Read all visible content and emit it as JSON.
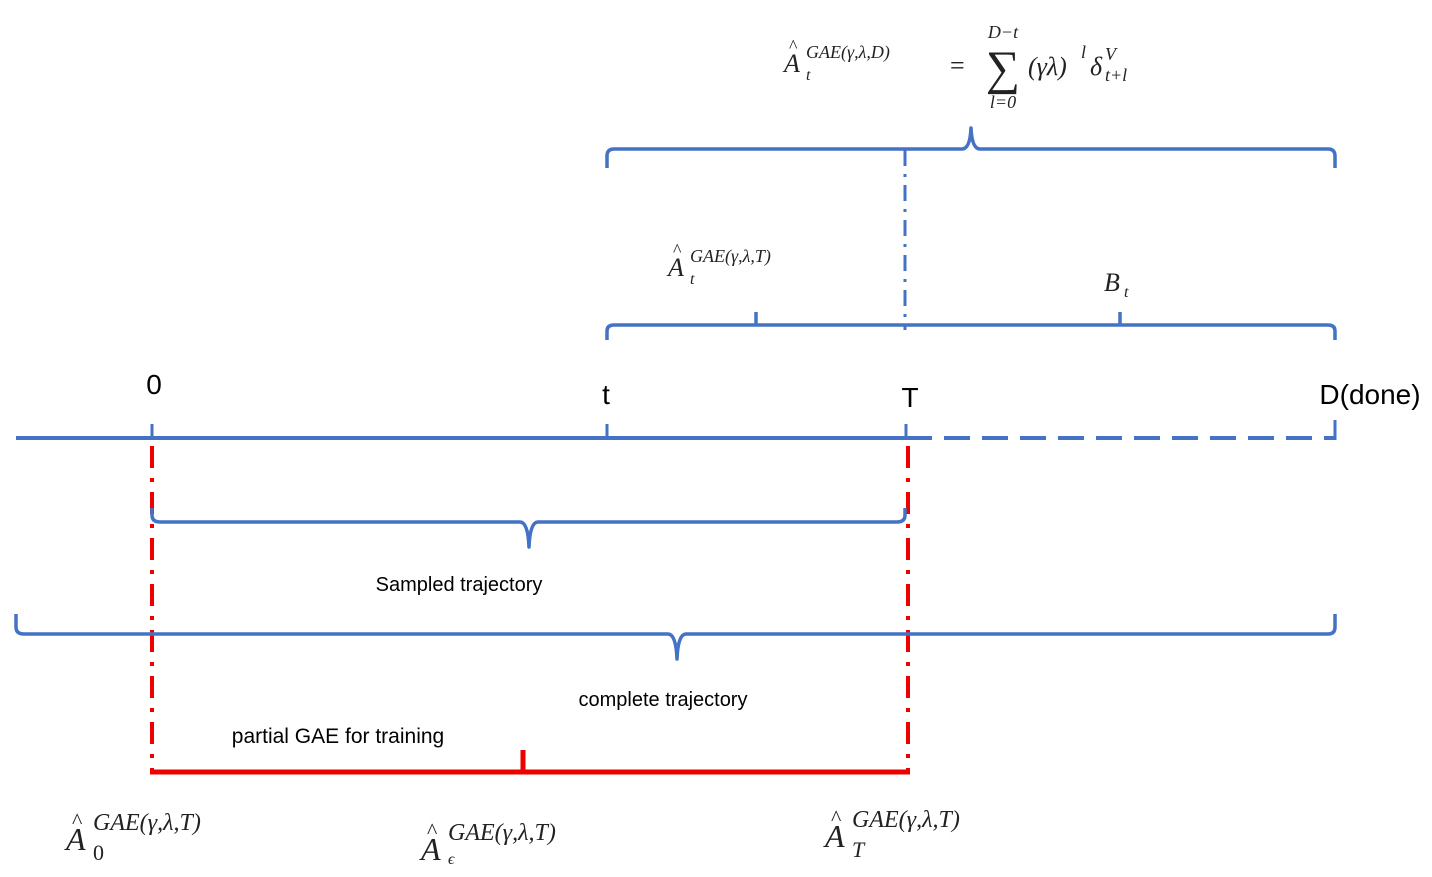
{
  "timeline": {
    "tick_labels": {
      "zero": "0",
      "t": "t",
      "T": "T",
      "done": "D(done)"
    }
  },
  "braces": {
    "sampled_label": "Sampled trajectory",
    "complete_label": "complete trajectory",
    "partial_label": "partial GAE for training"
  },
  "formulas": {
    "full_gae": {
      "lhs_base": "A",
      "lhs_sub": "t",
      "lhs_sup": "GAE(γ,λ,D)",
      "equals": "=",
      "sum_upper": "D−t",
      "sum_symbol": "∑",
      "sum_lower": "l=0",
      "body": "(γλ)",
      "body_exp": "l",
      "delta": "δ",
      "delta_sup": "V",
      "delta_sub": "t+l"
    },
    "trunc_gae_t": {
      "base": "A",
      "sub": "t",
      "sup": "GAE(γ,λ,T)"
    },
    "bootstrap": {
      "base": "B",
      "sub": "t"
    },
    "gae_0": {
      "base": "A",
      "sub": "0",
      "sup": "GAE(γ,λ,T)"
    },
    "gae_eps": {
      "base": "A",
      "sub": "ϵ",
      "sup": "GAE(γ,λ,T)"
    },
    "gae_T": {
      "base": "A",
      "sub": "T",
      "sup": "GAE(γ,λ,T)"
    }
  },
  "colors": {
    "blue": "#4472c4",
    "red": "#ee0000"
  }
}
